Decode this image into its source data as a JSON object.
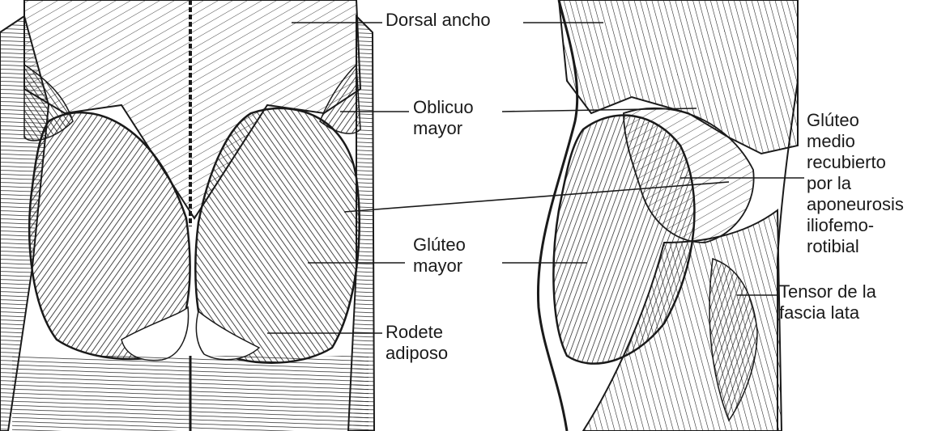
{
  "labels": {
    "dorsal_ancho": "Dorsal ancho",
    "oblicuo_mayor": [
      "Oblicuo",
      "mayor"
    ],
    "gluteo_mayor": [
      "Glúteo",
      "mayor"
    ],
    "rodete_adiposo": [
      "Rodete",
      "adiposo"
    ],
    "gluteo_medio": [
      "Glúteo",
      "medio",
      "recubierto",
      "por la",
      "aponeurosis",
      "iliofemo-",
      "rotibial"
    ],
    "tensor_fascia": [
      "Tensor de la",
      "fascia lata"
    ]
  },
  "colors": {
    "ink": "#1a1a1a",
    "paper": "#ffffff",
    "shade": "#8a8a8a"
  }
}
